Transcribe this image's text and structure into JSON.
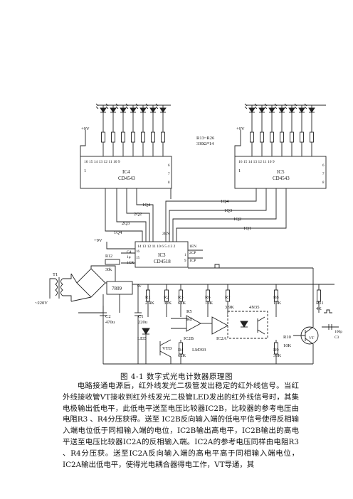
{
  "figure": {
    "caption": "图 4-1  数字式光电计数器原理图"
  },
  "labels": {
    "vcc_left": "+9V",
    "vcc_right": "+9V",
    "vcc_ic3": "+9V",
    "resistors_note_a": "R13~R26",
    "resistors_note_b": "330Ω*14",
    "ic4_name": "IC4",
    "ic4_part": "CD4543",
    "ic5_name": "IC5",
    "ic5_part": "CD4543",
    "ic3_name": "IC3",
    "ic3_part": "CD4518",
    "pins_top": "16    15    14    13    12    11    10    9",
    "pin_1": "1",
    "pin_6": "6",
    "pin_7": "7",
    "pin_8": "8",
    "ic3_pins": "14 13 12 11 10  6 5 4 3 2",
    "ic3_p16": "16",
    "ic3_p15": "15",
    "ic3_p1": "1",
    "ic3_p9": "9",
    "ic3_p7": "7",
    "ic3_p8": "8",
    "q_left_1": "1Q4",
    "q_left_2": "2Q2",
    "q_left_3": "2Q3",
    "q_left_4": "1Q4",
    "q_right_1": "1Q4",
    "q_right_2": "1Q3",
    "q_right_3": "1Q2",
    "q_right_4": "1Q1",
    "en1": "1EN",
    "en2": "2EN",
    "cp1": "1CP",
    "cp2": "2CP",
    "c4": "C4",
    "c4v": "1μ",
    "r12": "R12",
    "r12v": "30k",
    "r13_label": "1CR",
    "t1": "T1",
    "v220": "~220V",
    "reg": "7809",
    "c2": "C2",
    "c2v": "470u",
    "c1": "C1",
    "c1v": "220u",
    "led": "LED",
    "vtd": "VTD",
    "r1": "R1",
    "r1v": "2.4K",
    "r2": "R2",
    "r2v": "30K",
    "r3": "R3",
    "r3v": "62K",
    "r4": "R4",
    "r4v": "62K",
    "r5": "R5",
    "r6": "R6",
    "r6v": "10K",
    "r7": "R7",
    "r7v": "3.9K",
    "r8": "R8",
    "r8v": "10K",
    "r9": "R9",
    "r9v": "30K",
    "r10": "R10",
    "r10v": "10K",
    "r11": "R11",
    "r11v": "4K",
    "rd": "Rd",
    "ic2b": "IC2B",
    "ic2a": "IC2A",
    "lm": "LM393",
    "opto": "4N35",
    "vt": "VT",
    "c3": "C3",
    "c3v": "100p",
    "v9": "9v"
  },
  "description": {
    "paragraph": "电路接通电源后，红外线发光二极管发出稳定的红外线信号。当红外线接收管VT接收到红外线发光二极管LED发出的红外线信号时，其集电极输出低电平，此低电平送至电压比较器IC2B，比较器的参考电压由电阻R3 、R4分压获得。送至 IC2B反向输入端的低电平信号使得反相输入端电位低于同相输入端的电位，IC2B输出高电平，IC2B输出的高电平送至电压比较器IC2A的反相输入端。IC2A的参考电压同样由电阻R3 、R4分压获。送至IC2A反向输入端的高电平高于同相输入端电位，IC2A输出低电平，使得光电耦合器得电工作，VT导通，其"
  }
}
